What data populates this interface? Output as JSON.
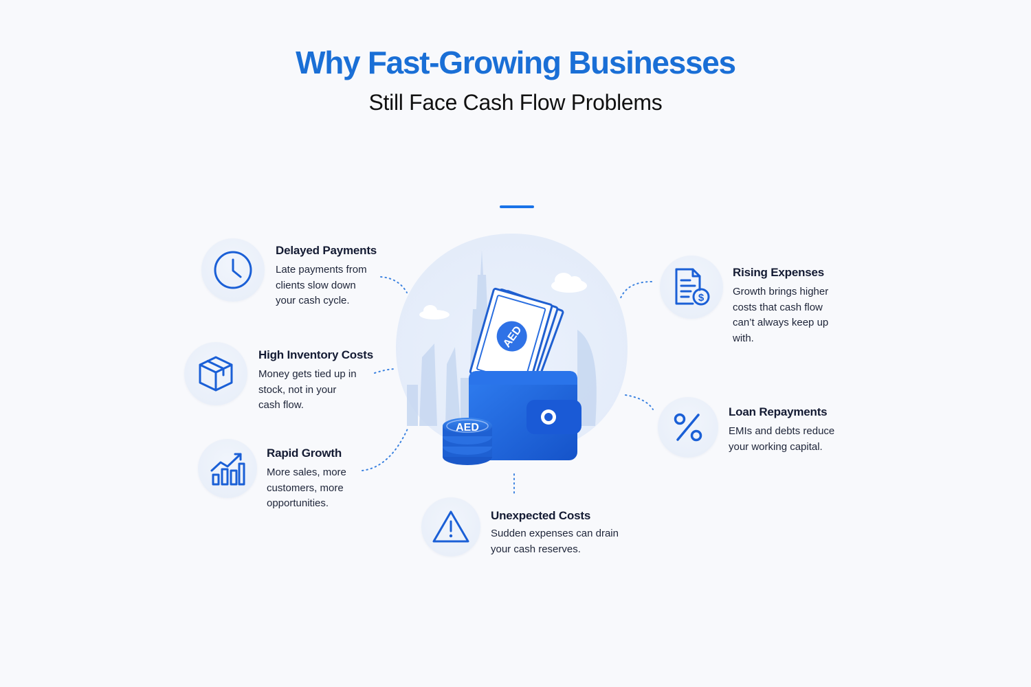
{
  "header": {
    "title": "Why Fast-Growing Businesses",
    "subtitle": "Still Face Cash Flow Problems"
  },
  "center": {
    "currency_bill": "AED",
    "currency_coin": "AED"
  },
  "colors": {
    "accent": "#1a73e8",
    "title": "#1a6fd6",
    "icon_bg": "#e9eff9",
    "text": "#141b33"
  },
  "items": {
    "delayed_payments": {
      "icon": "clock-icon",
      "title": "Delayed Payments",
      "desc": [
        "Late payments from",
        "clients slow down",
        "your cash cycle."
      ]
    },
    "high_inventory": {
      "icon": "box-icon",
      "title": "High Inventory Costs",
      "desc": [
        "Money gets tied up in",
        "stock, not in your",
        "cash flow."
      ]
    },
    "rapid_growth": {
      "icon": "growth-chart-icon",
      "title": "Rapid Growth",
      "desc": [
        "More sales, more",
        "customers, more",
        "opportunities."
      ]
    },
    "rising_expenses": {
      "icon": "invoice-dollar-icon",
      "title": "Rising Expenses",
      "desc": [
        "Growth brings higher",
        "costs that cash flow",
        "can’t always keep up",
        "with."
      ]
    },
    "loan_repayments": {
      "icon": "percent-icon",
      "title": "Loan Repayments",
      "desc": [
        "EMIs and debts reduce",
        "your working capital."
      ]
    },
    "unexpected_costs": {
      "icon": "warning-icon",
      "title": "Unexpected Costs",
      "desc": [
        "Sudden expenses can drain",
        "your cash reserves."
      ]
    }
  }
}
